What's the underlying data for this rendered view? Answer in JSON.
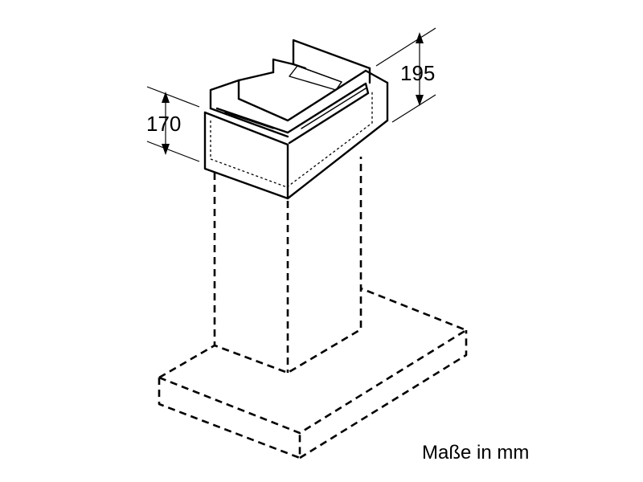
{
  "dimensions": {
    "height_left": "170",
    "height_right": "195"
  },
  "unit_note": "Maße in mm",
  "colors": {
    "stroke": "#000000",
    "background": "#ffffff"
  }
}
